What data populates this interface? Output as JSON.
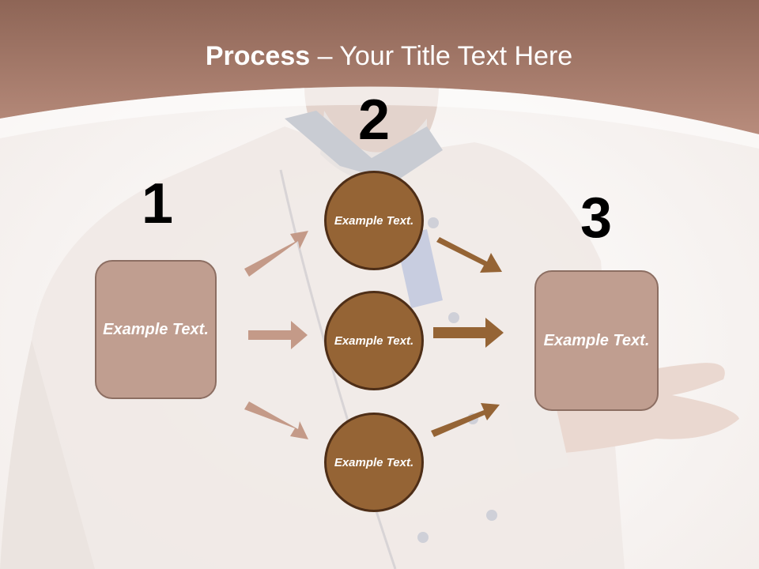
{
  "title": {
    "bold": "Process",
    "rest": " – Your Title Text Here"
  },
  "steps": {
    "one": {
      "number": "1",
      "text": "Example Text."
    },
    "two": {
      "number": "2",
      "items": [
        {
          "text": "Example Text."
        },
        {
          "text": "Example Text."
        },
        {
          "text": "Example Text."
        }
      ]
    },
    "three": {
      "number": "3",
      "text": "Example Text."
    }
  },
  "colors": {
    "header": "#9d6b58",
    "box_fill": "#c09e90",
    "box_border": "#8c6e62",
    "circle_fill": "#956435",
    "circle_border": "#4e2e17",
    "arrow_light": "#c49a88",
    "arrow_dark": "#956435"
  }
}
